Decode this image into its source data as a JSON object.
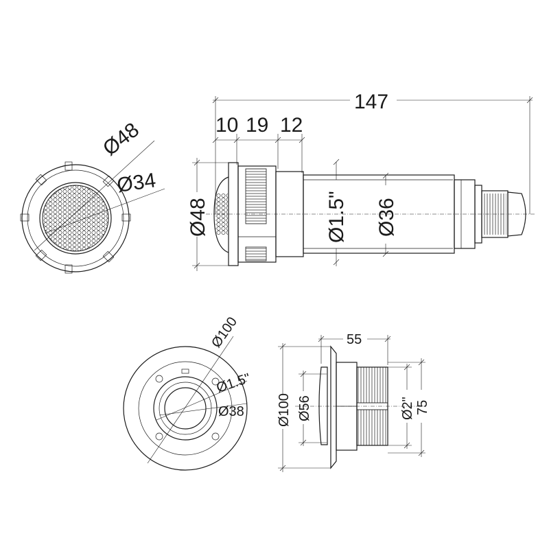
{
  "dimensions": {
    "overall_length": "147",
    "seg_a": "10",
    "seg_b": "19",
    "seg_c": "12",
    "side_dia_outer": "Ø48",
    "side_dia_thread": "Ø1.5\"",
    "side_dia_body": "Ø36",
    "front_dia_outer": "Ø48",
    "front_dia_inner": "Ø34",
    "flange_front_outer": "Ø100",
    "flange_front_thread": "Ø1.5\"",
    "flange_front_inner": "Ø38",
    "flange_width": "55",
    "flange_side_outer": "Ø100",
    "flange_side_inner": "Ø56",
    "flange_side_thread": "Ø2\"",
    "flange_side_height": "75"
  }
}
